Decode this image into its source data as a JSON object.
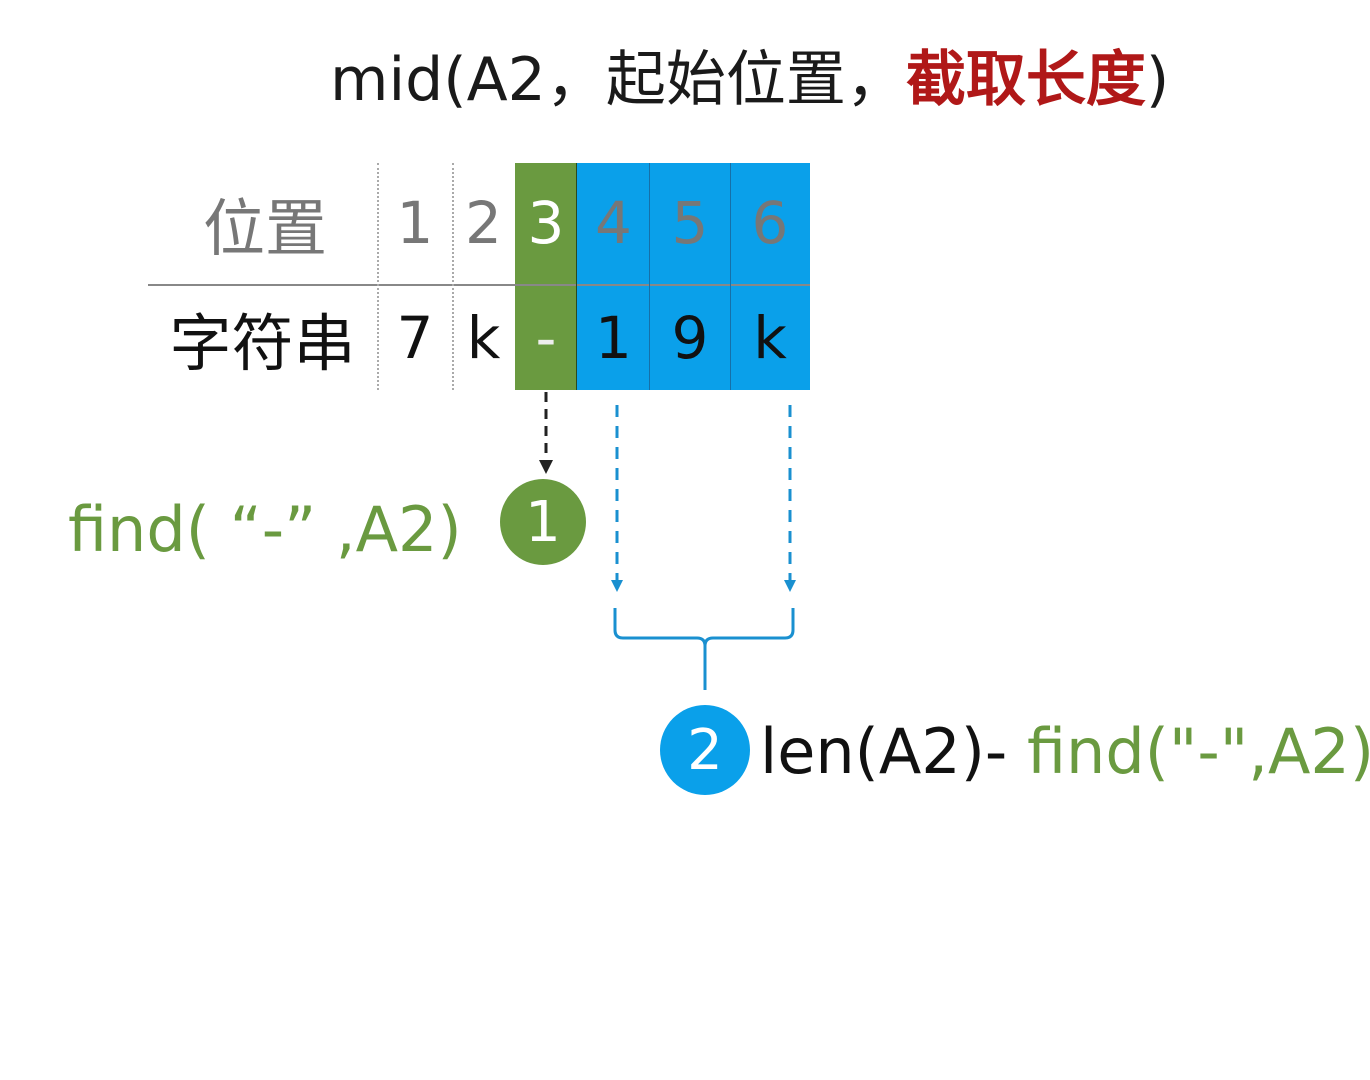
{
  "title": {
    "prefix": "mid(A2，起始位置，",
    "highlight": "截取长度",
    "suffix": ")"
  },
  "table": {
    "row_labels": [
      "位置",
      "字符串"
    ],
    "positions": [
      "1",
      "2",
      "3",
      "4",
      "5",
      "6"
    ],
    "chars": [
      "7",
      "k",
      "-",
      "1",
      "9",
      "k"
    ]
  },
  "step1": {
    "badge": "1",
    "formula": "find( “-” ,A2)"
  },
  "step2": {
    "badge": "2",
    "formula_prefix": "len(A2)- ",
    "formula_find": "find(\"-\",A2)"
  },
  "colors": {
    "green": "#6a9a40",
    "blue": "#0aa0ea",
    "highlight": "#b01818"
  }
}
